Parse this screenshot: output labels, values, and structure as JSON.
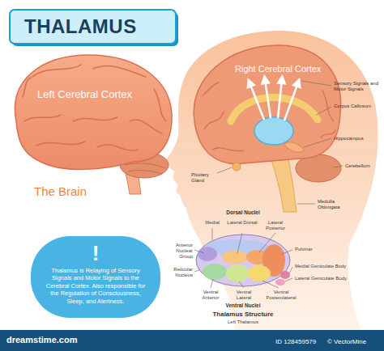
{
  "diagram": {
    "title": "THALAMUS",
    "nodes": [
      {
        "text": [
          "!",
          "Thalamus is Relaying of Sensory Signals and Motor Signals to the Cerebral Cortex. Also responsible for the Regulation of Consciousness, Sleep, and Alertness."
        ]
      }
    ],
    "labels": [
      "Left Cerebral Cortex",
      "The Brain",
      "Right Cerebral Cortex",
      "Sensory Signals and Motor Signals",
      "Corpus Callosum",
      "Hippocampus",
      "Pituitary Gland",
      "Cerebellum",
      "Medulla Oblongata",
      "Dorsal Nuclei",
      "Medial",
      "Lateral Dorsal",
      "Lateral Posterior",
      "Anterior Nuclear Group",
      "Pulvinar",
      "Medial Geniculate Body",
      "Lateral Geniculate Body",
      "Reticular Nucleus",
      "Ventral Anterior",
      "Ventral Lateral",
      "Ventral Posterolateral",
      "Ventral Nuclei",
      "Thalamus Structure",
      "Left Thalamus",
      "dreamstime.com",
      "ID 128459579",
      "© VectorMine"
    ]
  }
}
